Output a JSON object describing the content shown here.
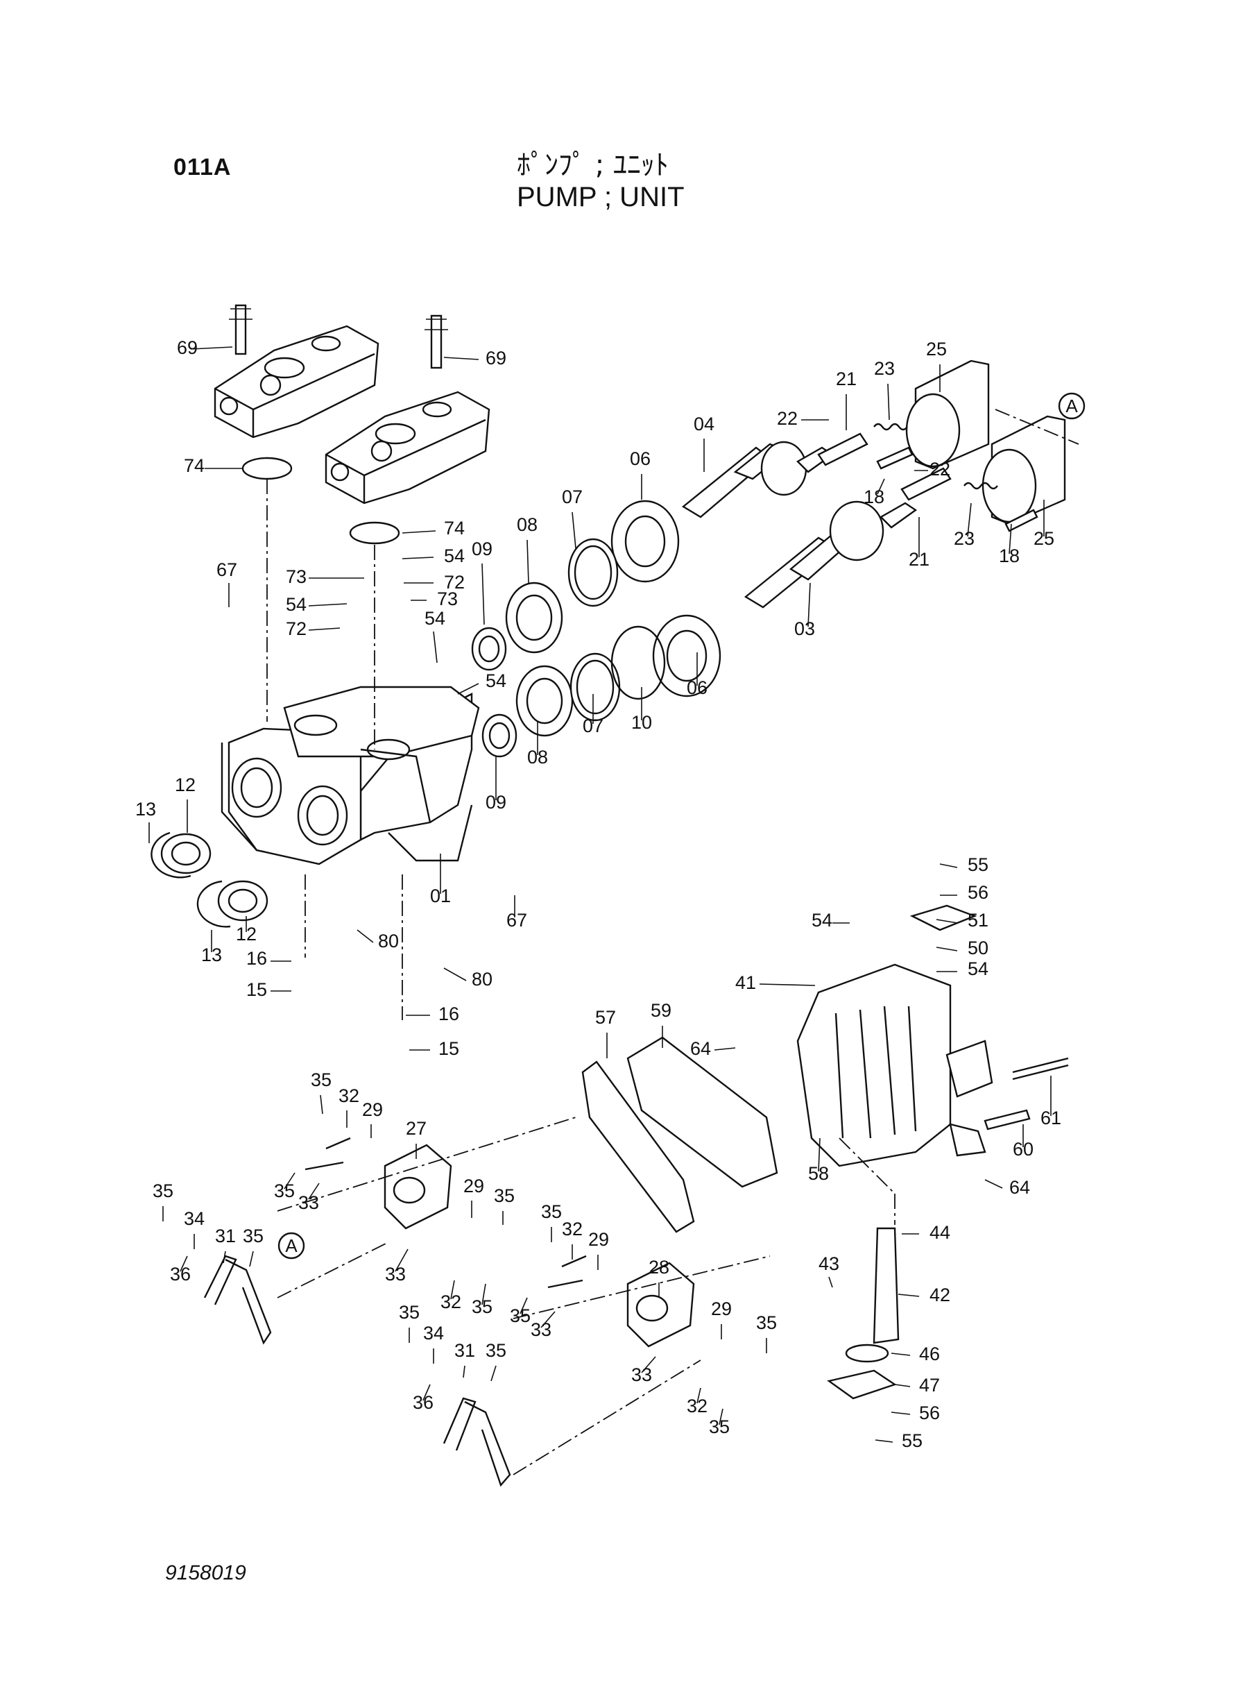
{
  "header": {
    "code": "011A",
    "title_jp": "ﾎﾟﾝﾌﾟ ; ﾕﾆｯﾄ",
    "title_en": "PUMP ; UNIT"
  },
  "footer": {
    "drawing_number": "9158019"
  },
  "diagram": {
    "ref_marker": "A",
    "part_labels": [
      "01",
      "03",
      "04",
      "06",
      "07",
      "08",
      "09",
      "10",
      "12",
      "13",
      "15",
      "16",
      "18",
      "21",
      "22",
      "23",
      "25",
      "27",
      "28",
      "29",
      "31",
      "32",
      "33",
      "34",
      "35",
      "36",
      "41",
      "42",
      "43",
      "44",
      "46",
      "47",
      "50",
      "51",
      "54",
      "55",
      "56",
      "57",
      "58",
      "59",
      "60",
      "61",
      "64",
      "67",
      "69",
      "72",
      "73",
      "74",
      "80"
    ]
  }
}
